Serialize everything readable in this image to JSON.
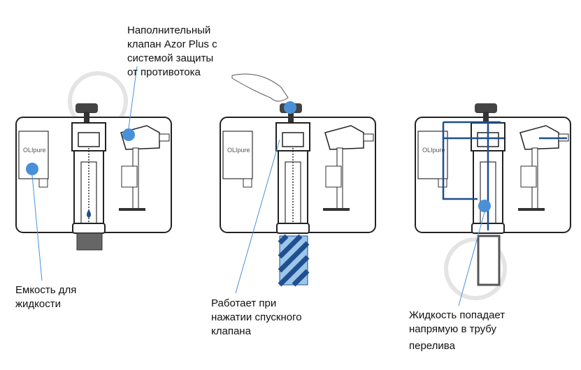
{
  "labels": {
    "fill_valve": "Наполнительный\nклапан Azor Plus с\nсистемой защиты\nот противотока",
    "container": "Емкость для\nжидкости",
    "flush": "Работает при\nнажатии спускного\nклапана",
    "overflow_line1": "Жидкость попадает\nнапрямую в трубу",
    "overflow_line2": "перелива"
  },
  "logo_text": "OLIpure",
  "colors": {
    "accent_blue": "#4a90d9",
    "flow_blue": "#1f4f8f",
    "water_gray": "#d2d2d2",
    "outline": "#222222"
  }
}
